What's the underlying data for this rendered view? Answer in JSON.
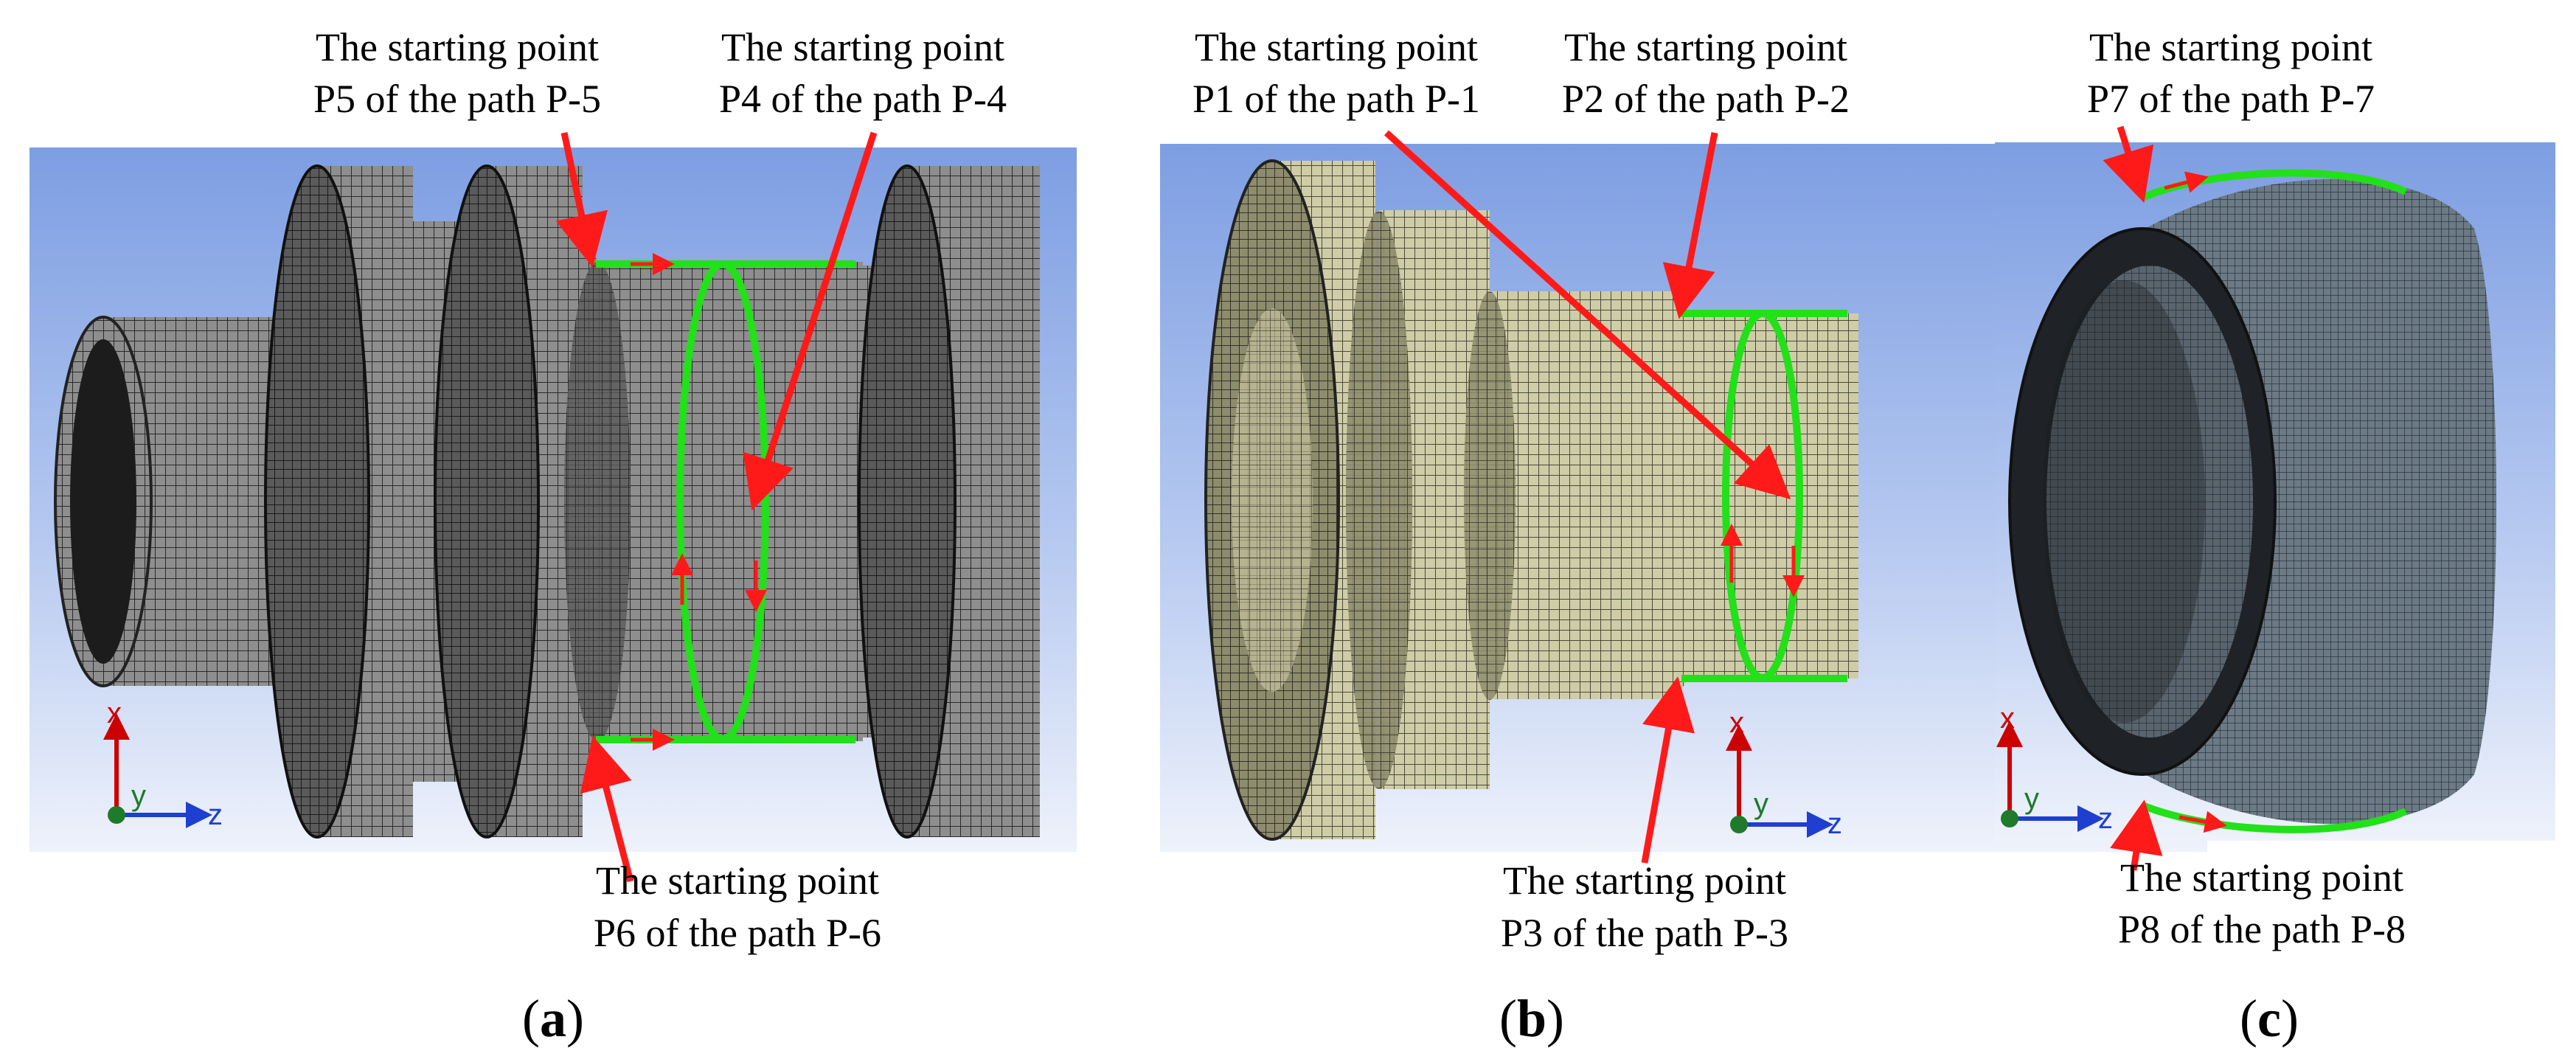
{
  "panels": [
    {
      "id": "a",
      "caption_letter": "a",
      "labels": [
        {
          "line1": "The starting point",
          "line2": "P5 of  the path P-5"
        },
        {
          "line1": "The starting point",
          "line2": "P4 of the path P-4"
        },
        {
          "line1": "The starting point",
          "line2": "P6 of the path P-6"
        }
      ]
    },
    {
      "id": "b",
      "caption_letter": "b",
      "labels": [
        {
          "line1": "The starting point",
          "line2": "P1 of the path P-1"
        },
        {
          "line1": "The starting point",
          "line2": "P2 of the path P-2"
        },
        {
          "line1": "The starting point",
          "line2": "P3 of the path P-3"
        }
      ]
    },
    {
      "id": "c",
      "caption_letter": "c",
      "labels": [
        {
          "line1": "The starting point",
          "line2": "P7 of the path P-7"
        },
        {
          "line1": "The starting point",
          "line2": "P8 of the path P-8"
        }
      ]
    }
  ],
  "axes": {
    "x": "x",
    "y": "y",
    "z": "z"
  },
  "caption_open": "(",
  "caption_close": ")",
  "colors": {
    "background_top": "#7f9fe0",
    "background_bottom": "#e6ecfa",
    "mesh_gray": "#8a8a8a",
    "mesh_olive": "#c9c8a2",
    "mesh_dark": "#5f6d78",
    "path_green": "#22e01a",
    "arrow_red": "#ff1a1a",
    "axis_x": "#cc0000",
    "axis_z": "#1f3fd0",
    "axis_origin": "#1f7a2a"
  }
}
